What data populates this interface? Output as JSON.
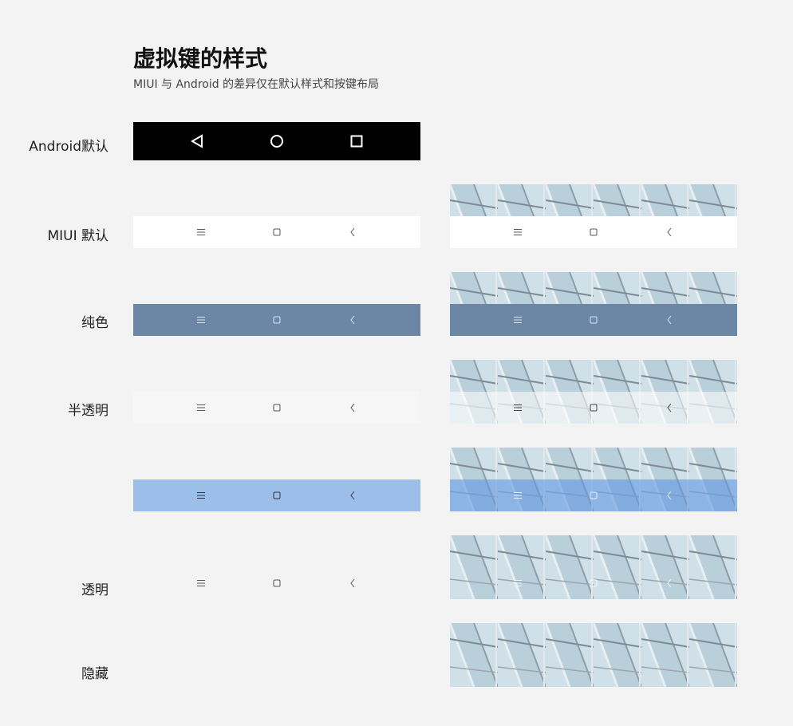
{
  "title": "虚拟键的样式",
  "subtitle": "MIUI 与 Android 的差异仅在默认样式和按键布局",
  "rows": {
    "android": "Android默认",
    "miui": "MIUI 默认",
    "solid": "纯色",
    "semi": "半透明",
    "clear": "透明",
    "hidden": "隐藏"
  },
  "icons": {
    "android": [
      "back-triangle-icon",
      "home-circle-icon",
      "recents-square-icon"
    ],
    "miui": [
      "menu-icon",
      "home-square-icon",
      "back-chevron-icon"
    ]
  },
  "colors": {
    "background": "#f3f3f3",
    "android_bar": "#000000",
    "miui_default": "#ffffff",
    "solid": "#6c87a6",
    "semi": "#f6f6f6",
    "blue_semi": "#9bbfe9"
  }
}
